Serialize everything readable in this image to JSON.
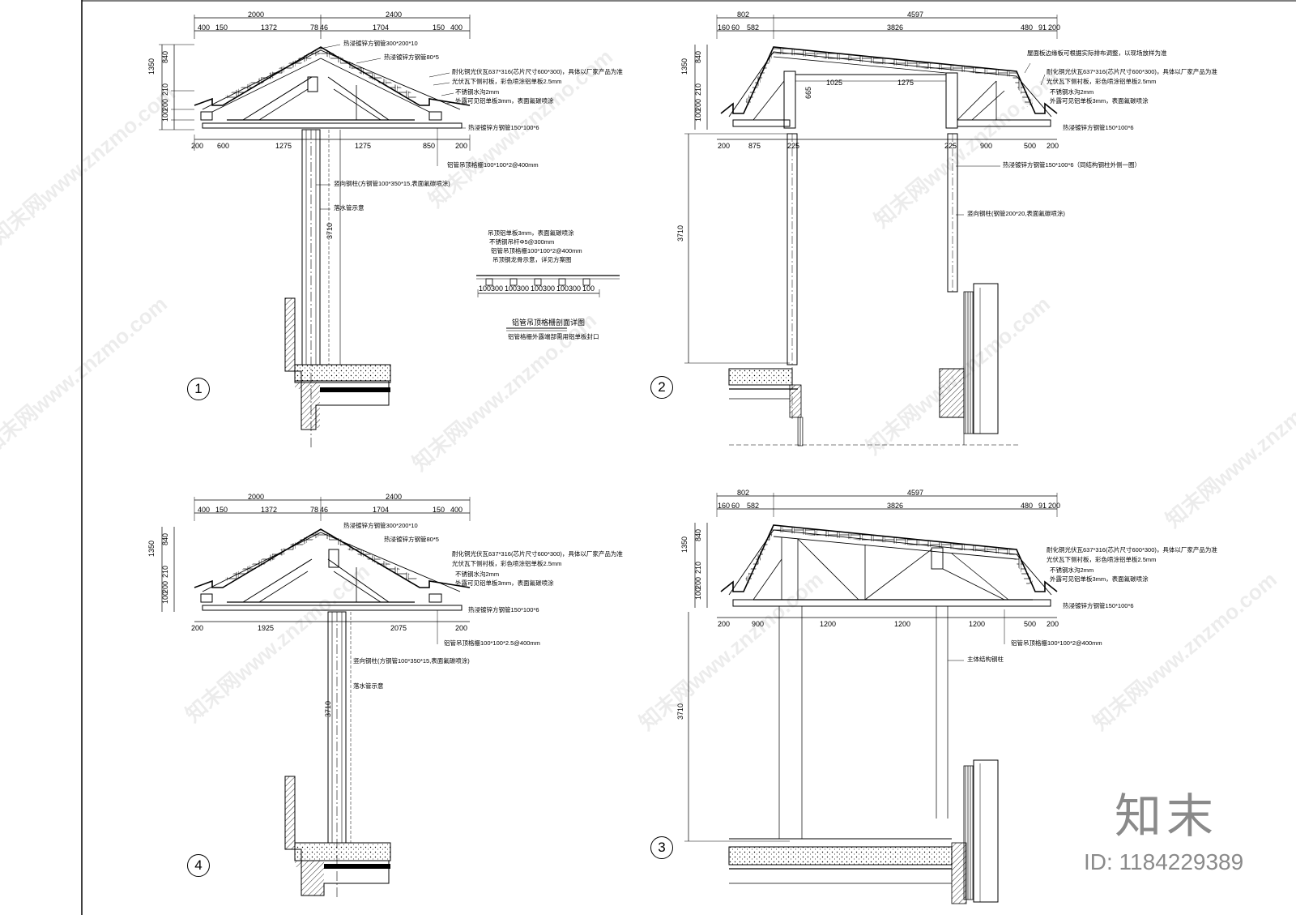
{
  "sheet": {
    "views": [
      {
        "id": "1",
        "dims_top_total": [
          "2000",
          "2400"
        ],
        "dims_top": [
          "400",
          "150",
          "1372",
          "78",
          "46",
          "1704",
          "150",
          "400"
        ],
        "dims_left": [
          "1350",
          "840",
          "210",
          "200",
          "100"
        ],
        "dims_bottom": [
          "200",
          "600",
          "1275",
          "1275",
          "850",
          "200"
        ],
        "dim_height": "3710",
        "notes": [
          "热浸镀锌方钢管300*200*10",
          "热浸镀锌方钢管80*5",
          "耐化铜光伏瓦637*316(芯片尺寸600*300)，具体以厂家产品为准",
          "光伏瓦下侧衬板，彩色喷涂铝单板2.5mm",
          "不锈钢水沟2mm",
          "外露可见铝单板3mm，表面氟碳喷涂",
          "热浸镀锌方钢管150*100*6",
          "铝管吊顶格栅100*100*2@400mm",
          "竖向钢柱(方钢管100*350*15,表面氟碳喷涂)",
          "落水管示意"
        ]
      },
      {
        "id": "2",
        "dims_top_total": [
          "802",
          "4597"
        ],
        "dims_top": [
          "160",
          "60",
          "582",
          "3826",
          "480",
          "91",
          "200"
        ],
        "dims_inner": [
          "1025",
          "1275"
        ],
        "dim_inner_v": "665",
        "dims_left": [
          "1350",
          "840",
          "210",
          "200",
          "100"
        ],
        "dims_bottom": [
          "200",
          "875",
          "225",
          "225",
          "900",
          "500",
          "200"
        ],
        "dim_height": "3710",
        "notes": [
          "屋面板边缘板可根据实际排布调整，以现场放样为准",
          "耐化铜光伏瓦637*316(芯片尺寸600*300)，具体以厂家产品为准",
          "光伏瓦下侧衬板，彩色喷涂铝单板2.5mm",
          "不锈钢水沟2mm",
          "外露可见铝单板3mm，表面氟碳喷涂",
          "热浸镀锌方钢管150*100*6",
          "热浸镀锌方钢管150*100*6（同结构钢柱外侧一圈）",
          "竖向钢柱(钢管200*20,表面氟碳喷涂)"
        ]
      },
      {
        "id": "4",
        "dims_top_total": [
          "2000",
          "2400"
        ],
        "dims_top": [
          "400",
          "150",
          "1372",
          "78",
          "46",
          "1704",
          "150",
          "400"
        ],
        "dims_left": [
          "1350",
          "840",
          "210",
          "200",
          "100"
        ],
        "dims_bottom": [
          "200",
          "1925",
          "2075",
          "200"
        ],
        "dim_height": "3710",
        "notes": [
          "热浸镀锌方钢管300*200*10",
          "热浸镀锌方钢管80*5",
          "耐化铜光伏瓦637*316(芯片尺寸600*300)，具体以厂家产品为准",
          "光伏瓦下侧衬板，彩色喷涂铝单板2.5mm",
          "不锈钢水沟2mm",
          "外露可见铝单板3mm，表面氟碳喷涂",
          "热浸镀锌方钢管150*100*6",
          "铝管吊顶格栅100*100*2.5@400mm",
          "竖向钢柱(方钢管100*350*15,表面氟碳喷涂)",
          "落水管示意"
        ]
      },
      {
        "id": "3",
        "dims_top_total": [
          "802",
          "4597"
        ],
        "dims_top": [
          "160",
          "60",
          "582",
          "3826",
          "480",
          "91",
          "200"
        ],
        "dims_left": [
          "1350",
          "840",
          "210",
          "200",
          "100"
        ],
        "dims_bottom": [
          "200",
          "900",
          "1200",
          "1200",
          "1200",
          "500",
          "200"
        ],
        "dim_height": "3710",
        "notes": [
          "耐化铜光伏瓦637*316(芯片尺寸600*300)，具体以厂家产品为准",
          "光伏瓦下侧衬板，彩色喷涂铝单板2.5mm",
          "不锈钢水沟2mm",
          "外露可见铝单板3mm，表面氟碳喷涂",
          "热浸镀锌方钢管150*100*6",
          "铝管吊顶格栅100*100*2@400mm",
          "主体结构钢柱"
        ]
      }
    ],
    "detail": {
      "notes": [
        "吊顶铝单板3mm，表面氟碳喷涂",
        "不锈钢吊杆Φ5@300mm",
        "铝管吊顶格栅100*100*2@400mm",
        "吊顶钢龙骨示意，详见方案图"
      ],
      "dims": [
        "100",
        "300",
        "100",
        "300",
        "100",
        "300",
        "100",
        "300",
        "100"
      ],
      "title": "铝管吊顶格栅剖面详图",
      "subtitle": "铝管格栅外露端部需用铝单板封口"
    },
    "watermark": "知末网www.znzmo.com",
    "logo": "知末",
    "id_label": "ID: 1184229389"
  },
  "colors": {
    "line": "#000000",
    "watermark": "#000000",
    "logo": "#8a8a8a"
  }
}
